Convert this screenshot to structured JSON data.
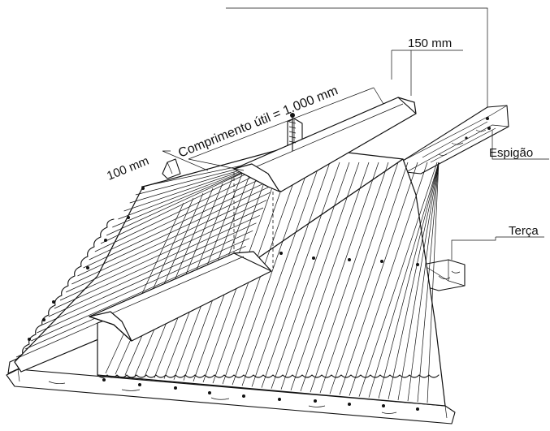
{
  "labels": {
    "comprimento_util": "Comprimento útil = 1.000 mm",
    "overlap_150": "150 mm",
    "overlap_100": "100 mm",
    "espigao": "Espigão",
    "terca": "Terça"
  }
}
